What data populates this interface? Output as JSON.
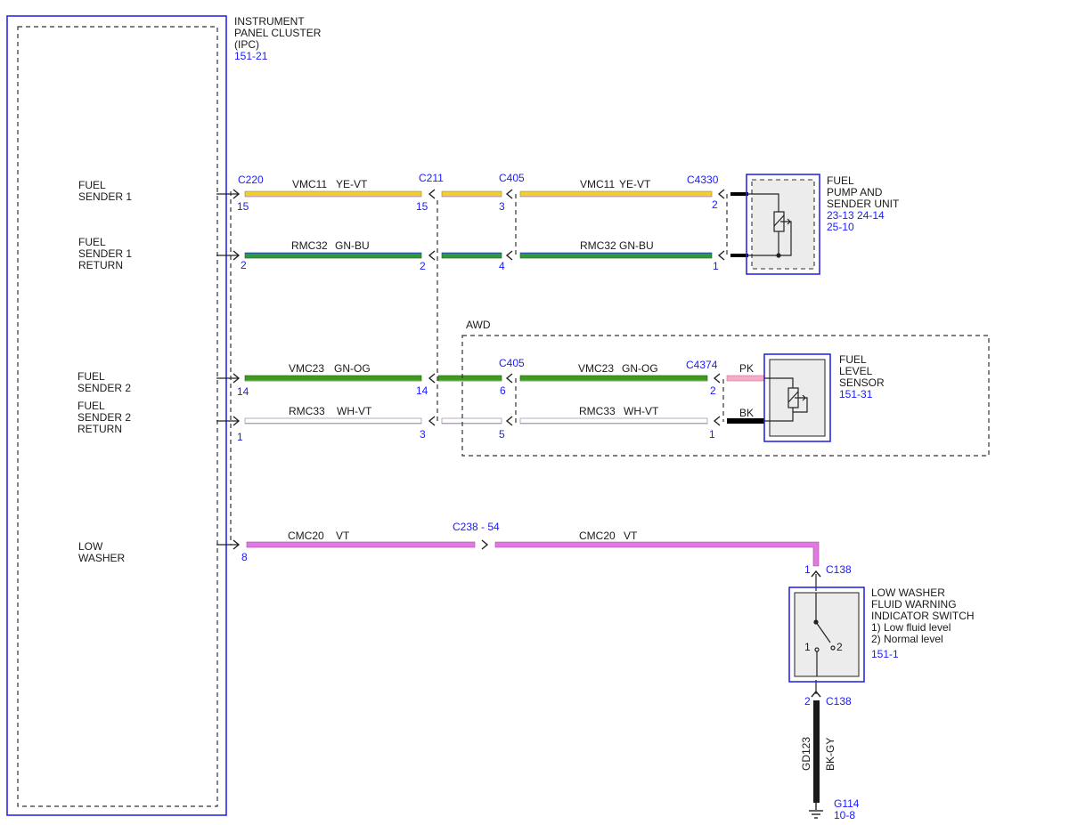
{
  "ipc": {
    "name": [
      "INSTRUMENT",
      "PANEL CLUSTER",
      "(IPC)"
    ],
    "ref": "151-21",
    "pins": [
      {
        "label": [
          "FUEL",
          "SENDER 1"
        ]
      },
      {
        "label": [
          "FUEL",
          "SENDER 1",
          "RETURN"
        ]
      },
      {
        "label": [
          "FUEL",
          "SENDER 2"
        ]
      },
      {
        "label": [
          "FUEL",
          "SENDER 2",
          "RETURN"
        ]
      },
      {
        "label": [
          "LOW",
          "WASHER"
        ]
      }
    ]
  },
  "connectors": {
    "c220": "C220",
    "c211": "C211",
    "c405_top": "C405",
    "c4330": "C4330",
    "c405_awd": "C405",
    "c4374": "C4374",
    "c238": "C238",
    "c238_pin": "54",
    "c138_top": "C138",
    "c138_bottom": "C138"
  },
  "circuits": {
    "vmc11": "VMC11",
    "ye_vt": "YE-VT",
    "rmc32": "RMC32",
    "gn_bu": "GN-BU",
    "vmc23": "VMC23",
    "gn_og": "GN-OG",
    "rmc33": "RMC33",
    "wh_vt": "WH-VT",
    "cmc20": "CMC20",
    "vt": "VT",
    "pk": "PK",
    "bk": "BK",
    "gd123": "GD123",
    "bk_gy": "BK-GY"
  },
  "pins": {
    "p15a": "15",
    "p15b": "15",
    "p3a": "3",
    "p2a": "2",
    "p2b": "2",
    "p2c": "2",
    "p4": "4",
    "p1a": "1",
    "p14a": "14",
    "p14b": "14",
    "p6": "6",
    "p2d": "2",
    "p1b": "1",
    "p3b": "3",
    "p5": "5",
    "p1c": "1",
    "p8": "8",
    "p1_c138": "1",
    "p2_c138": "2"
  },
  "fuel_pump": {
    "name": [
      "FUEL",
      "PUMP AND",
      "SENDER UNIT"
    ],
    "ref": "23-13  24-14",
    "ref2": "25-10"
  },
  "awd_label": "AWD",
  "fuel_level": {
    "name": [
      "FUEL",
      "LEVEL",
      "SENSOR"
    ],
    "ref": "151-31"
  },
  "washer_switch": {
    "name": [
      "LOW WASHER",
      "FLUID WARNING",
      "INDICATOR SWITCH",
      "1) Low fluid level",
      "2) Normal level"
    ],
    "ref": "151-1",
    "contact1": "1",
    "contact2": "2"
  },
  "ground": {
    "name": "G114",
    "ref": "10-8"
  },
  "colors": {
    "ye_vt": [
      "#f2cf2a",
      "#b98ce0"
    ],
    "gn_bu": [
      "#2f9a3a",
      "#2e57d6"
    ],
    "gn_og": [
      "#3f9a1e",
      "#e98a1c"
    ],
    "wh_vt": [
      "#ffffff",
      "#c9a8e6"
    ],
    "vt": "#e07ae0",
    "pk": "#f7aac8",
    "bk": "#000000",
    "ref_blue": "#1a1aff",
    "box_blue": "#2a2ae6"
  }
}
